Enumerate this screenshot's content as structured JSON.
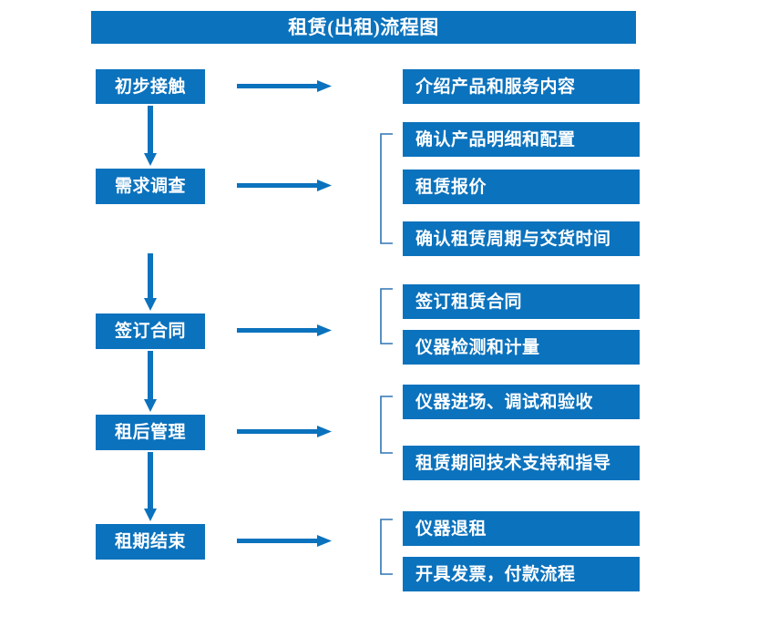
{
  "diagram": {
    "title": "租赁(出租)流程图",
    "colors": {
      "box_fill": "#0b72bd",
      "box_text": "#ffffff",
      "arrow": "#0b72bd",
      "bracket": "#2e75b6",
      "background": "#ffffff"
    },
    "stages": [
      {
        "id": "stage-1",
        "label": "初步接触",
        "details": [
          "介绍产品和服务内容"
        ],
        "bracketed": false
      },
      {
        "id": "stage-2",
        "label": "需求调查",
        "details": [
          "确认产品明细和配置",
          "租赁报价",
          "确认租赁周期与交货时间"
        ],
        "bracketed": true
      },
      {
        "id": "stage-3",
        "label": "签订合同",
        "details": [
          "签订租赁合同",
          "仪器检测和计量"
        ],
        "bracketed": true
      },
      {
        "id": "stage-4",
        "label": "租后管理",
        "details": [
          "仪器进场、调试和验收",
          "租赁期间技术支持和指导"
        ],
        "bracketed": true
      },
      {
        "id": "stage-5",
        "label": "租期结束",
        "details": [
          "仪器退租",
          "开具发票，付款流程"
        ],
        "bracketed": true
      }
    ]
  },
  "detail_boxes": {
    "d1": "介绍产品和服务内容",
    "d2": "确认产品明细和配置",
    "d3": "租赁报价",
    "d4": "确认租赁周期与交货时间",
    "d5": "签订租赁合同",
    "d6": "仪器检测和计量",
    "d7": "仪器进场、调试和验收",
    "d8": "租赁期间技术支持和指导",
    "d9": "仪器退租",
    "d10": "开具发票，付款流程"
  },
  "stage_boxes": {
    "s1": "初步接触",
    "s2": "需求调查",
    "s3": "签订合同",
    "s4": "租后管理",
    "s5": "租期结束"
  }
}
